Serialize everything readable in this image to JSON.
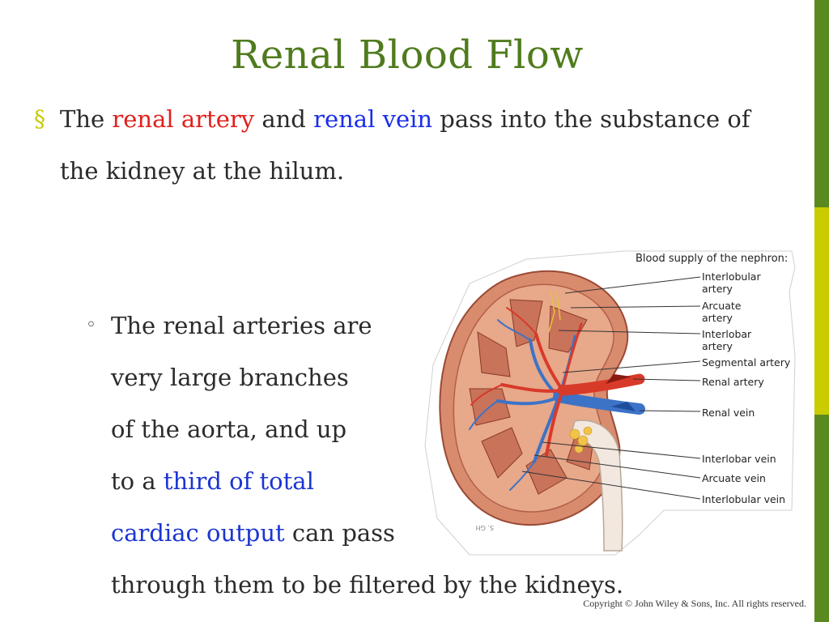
{
  "slide": {
    "title": "Renal Blood Flow",
    "bullet1": {
      "marker": "§",
      "parts": {
        "p1": "The ",
        "p2": "renal artery",
        "p3": " and ",
        "p4": "renal vein",
        "p5": " pass into the substance of the kidney at the hilum."
      }
    },
    "bullet2": {
      "marker": "◦",
      "lines": {
        "l1": "The renal arteries are",
        "l2": "very large branches",
        "l3": "of the aorta, and up",
        "l4a": "to a ",
        "l4b": "third of total",
        "l5a": "cardiac output",
        "l5b": " can pass",
        "l6": "through them to be filtered by the kidneys."
      }
    },
    "copyright": "Copyright © John Wiley & Sons, Inc. All rights reserved."
  },
  "figure": {
    "header": "Blood supply of the nephron:",
    "labels": {
      "interlobular_artery": "Interlobular\nartery",
      "arcuate_artery": "Arcuate\nartery",
      "interlobar_artery": "Interlobar\nartery",
      "segmental_artery": "Segmental artery",
      "renal_artery": "Renal artery",
      "renal_vein": "Renal vein",
      "interlobar_vein": "Interlobar vein",
      "arcuate_vein": "Arcuate vein",
      "interlobular_vein": "Interlobular vein"
    },
    "signature": "S. GH"
  },
  "colors": {
    "title": "#4f7b1d",
    "artery": "#e0201c",
    "vein": "#1a2ee8",
    "bullet": "#c8c800",
    "accent_bar": [
      "#4f7b1d",
      "#c8c800",
      "#4f7b1d"
    ]
  }
}
